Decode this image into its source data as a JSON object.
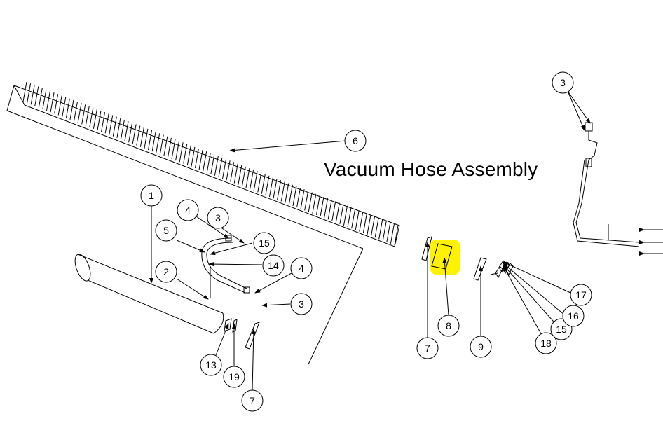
{
  "title": "Vacuum Hose Assembly",
  "highlight_color": "#fff200",
  "callouts": [
    {
      "label": "1"
    },
    {
      "label": "2"
    },
    {
      "label": "3"
    },
    {
      "label": "3"
    },
    {
      "label": "3"
    },
    {
      "label": "4"
    },
    {
      "label": "4"
    },
    {
      "label": "5"
    },
    {
      "label": "6"
    },
    {
      "label": "7"
    },
    {
      "label": "7"
    },
    {
      "label": "8"
    },
    {
      "label": "9"
    },
    {
      "label": "13"
    },
    {
      "label": "14"
    },
    {
      "label": "15"
    },
    {
      "label": "15"
    },
    {
      "label": "16"
    },
    {
      "label": "17"
    },
    {
      "label": "18"
    },
    {
      "label": "19"
    }
  ]
}
